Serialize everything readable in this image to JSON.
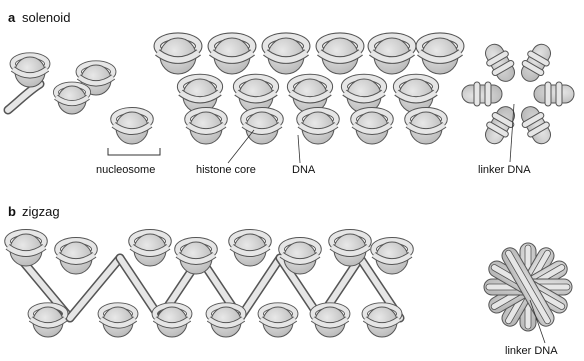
{
  "panels": [
    {
      "letter": "a",
      "name": "solenoid"
    },
    {
      "letter": "b",
      "name": "zigzag"
    }
  ],
  "labels": {
    "nucleosome": "nucleosome",
    "histone_core": "histone core",
    "dna": "DNA",
    "linker_dna_a": "linker DNA",
    "linker_dna_b": "linker DNA"
  },
  "colors": {
    "histone_fill": "#cfcfcf",
    "dna_fill": "#e6e6e6",
    "outline": "#555555"
  }
}
